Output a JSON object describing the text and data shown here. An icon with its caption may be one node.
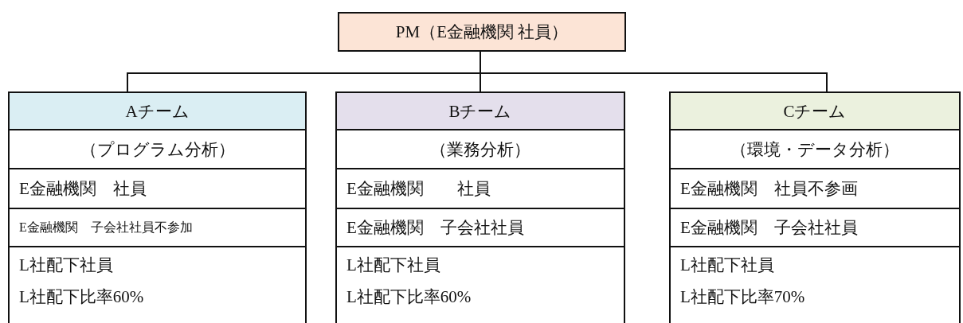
{
  "diagram": {
    "nodes": [
      {
        "text": [
          "PM（E金融機関 社員）"
        ]
      },
      {
        "text": [
          "Aチーム",
          "（プログラム分析）",
          "E金融機関　社員",
          "E金融機関　子会社社員不参加",
          "L社配下社員",
          "L社配下比率60%"
        ]
      },
      {
        "text": [
          "Bチーム",
          "（業務分析）",
          "E金融機関　　社員",
          "E金融機関　子会社社員",
          "L社配下社員",
          "L社配下比率60%"
        ]
      },
      {
        "text": [
          "Cチーム",
          "（環境・データ分析）",
          "E金融機関　社員不参画",
          "E金融機関　子会社社員",
          "L社配下社員",
          "L社配下比率70%"
        ]
      }
    ],
    "edges": [
      {
        "from": 0,
        "to": 1,
        "arrow": "none"
      },
      {
        "from": 0,
        "to": 2,
        "arrow": "none"
      },
      {
        "from": 0,
        "to": 3,
        "arrow": "none"
      }
    ]
  }
}
